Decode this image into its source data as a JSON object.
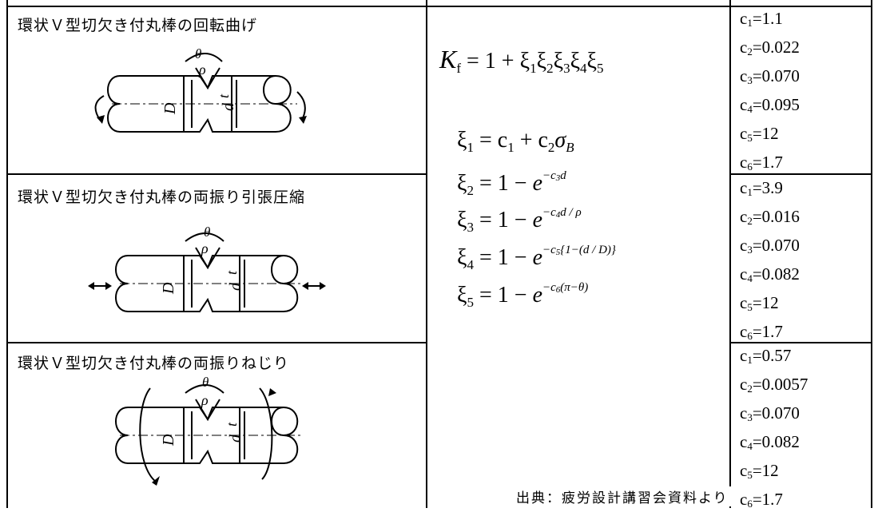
{
  "rows": [
    {
      "title": "環状Ｖ型切欠き付丸棒の回転曲げ",
      "coefficients": [
        "1.1",
        "0.022",
        "0.070",
        "0.095",
        "12",
        "1.7"
      ]
    },
    {
      "title": "環状Ｖ型切欠き付丸棒の両振り引張圧縮",
      "coefficients": [
        "3.9",
        "0.016",
        "0.070",
        "0.082",
        "12",
        "1.7"
      ]
    },
    {
      "title": "環状Ｖ型切欠き付丸棒の両振りねじり",
      "coefficients": [
        "0.57",
        "0.0057",
        "0.070",
        "0.082",
        "12",
        "1.7"
      ]
    }
  ],
  "coef_labels": [
    "c",
    "c",
    "c",
    "c",
    "c",
    "c"
  ],
  "diagram_labels": {
    "theta": "θ",
    "rho": "ρ",
    "t": "t",
    "D": "D",
    "d": "d"
  },
  "formulas": {
    "main": "K_f = 1 + ξ1ξ2ξ3ξ4ξ5",
    "xi1": "ξ1 = c1 + c2σB",
    "xi2": "ξ2 = 1 − e^(−c3d)",
    "xi3": "ξ3 = 1 − e^(−c4d/ρ)",
    "xi4": "ξ4 = 1 − e^(−c5{1−(d/D)})",
    "xi5": "ξ5 = 1 − e^(−c6(π−θ))"
  },
  "source": "出典：疲労設計講習会資料より"
}
